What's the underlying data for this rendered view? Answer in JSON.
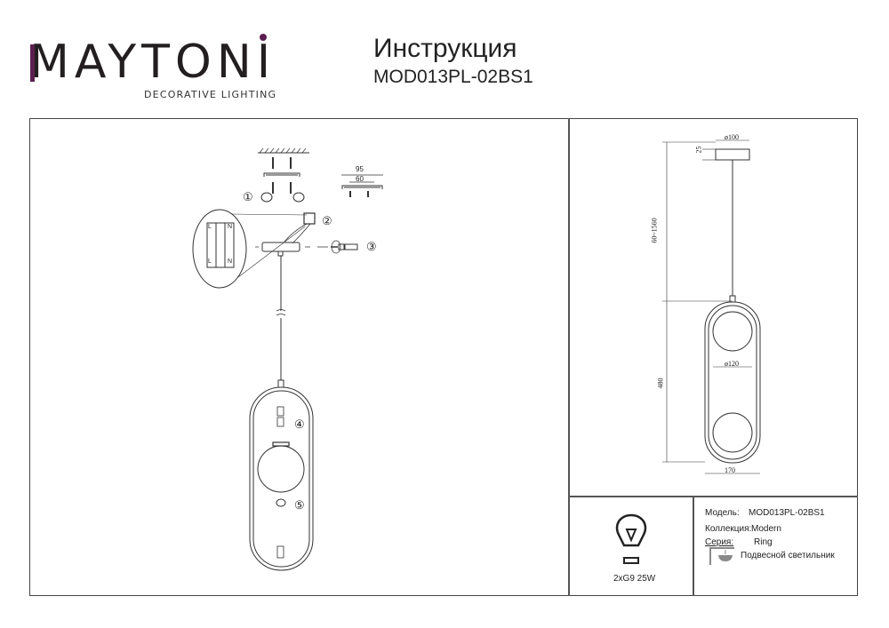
{
  "header": {
    "brand": "MAYTONI",
    "brand_tagline": "DECORATIVE LIGHTING",
    "title": "Инструкция",
    "model": "MOD013PL-02BS1",
    "brand_accent_color": "#5b1f4f"
  },
  "assembly": {
    "steps": [
      "①",
      "②",
      "③",
      "④",
      "⑤"
    ],
    "bracket_dims": {
      "outer": "95",
      "inner": "60"
    },
    "terminal_labels": {
      "live": "L",
      "neutral": "N"
    }
  },
  "dimensions": {
    "canopy_diameter": "ø100",
    "canopy_height": "25",
    "cord_length": "60~1560",
    "globe_diameter": "ø120",
    "body_height": "480",
    "body_width": "170"
  },
  "bulb": {
    "spec": "2xG9 25W"
  },
  "info": {
    "model_label": "Модель:",
    "model_value": "MOD013PL-02BS1",
    "collection_label": "Коллекция:",
    "collection_value": "Modern",
    "series_label": "Серия:",
    "series_value": "Ring",
    "type_value": "Подвесной светильник"
  }
}
